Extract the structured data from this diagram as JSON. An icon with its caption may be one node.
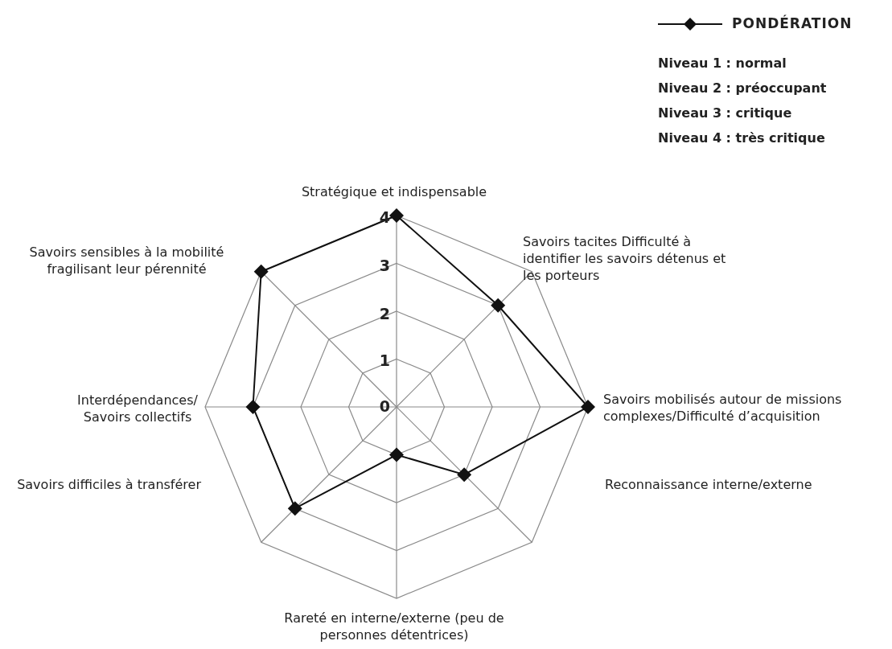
{
  "diagram": {
    "labels": [
      "Niveau 1 : normal",
      "Niveau 2 : préoccupant",
      "Niveau 3 : critique",
      "Niveau 4 : très critique",
      "Stratégique et indispensable",
      "4",
      "Savoirs tacites Difficulté à identifier les savoirs détenus et les porteurs",
      "Savoirs sensibles à la mobilité fragilisant leur pérennité",
      "3",
      "2",
      "1",
      "Interdépendances/ Savoirs collectifs",
      "0",
      "Savoirs mobilisés autour de missions complexes/Difficulté d’acquisition",
      "Savoirs difficiles à transférer",
      "Reconnaissance interne/externe",
      "Rareté en interne/externe (peu de personnes détentrices)"
    ],
    "legend": [
      {
        "text": "PONDÉRATION"
      }
    ]
  }
}
